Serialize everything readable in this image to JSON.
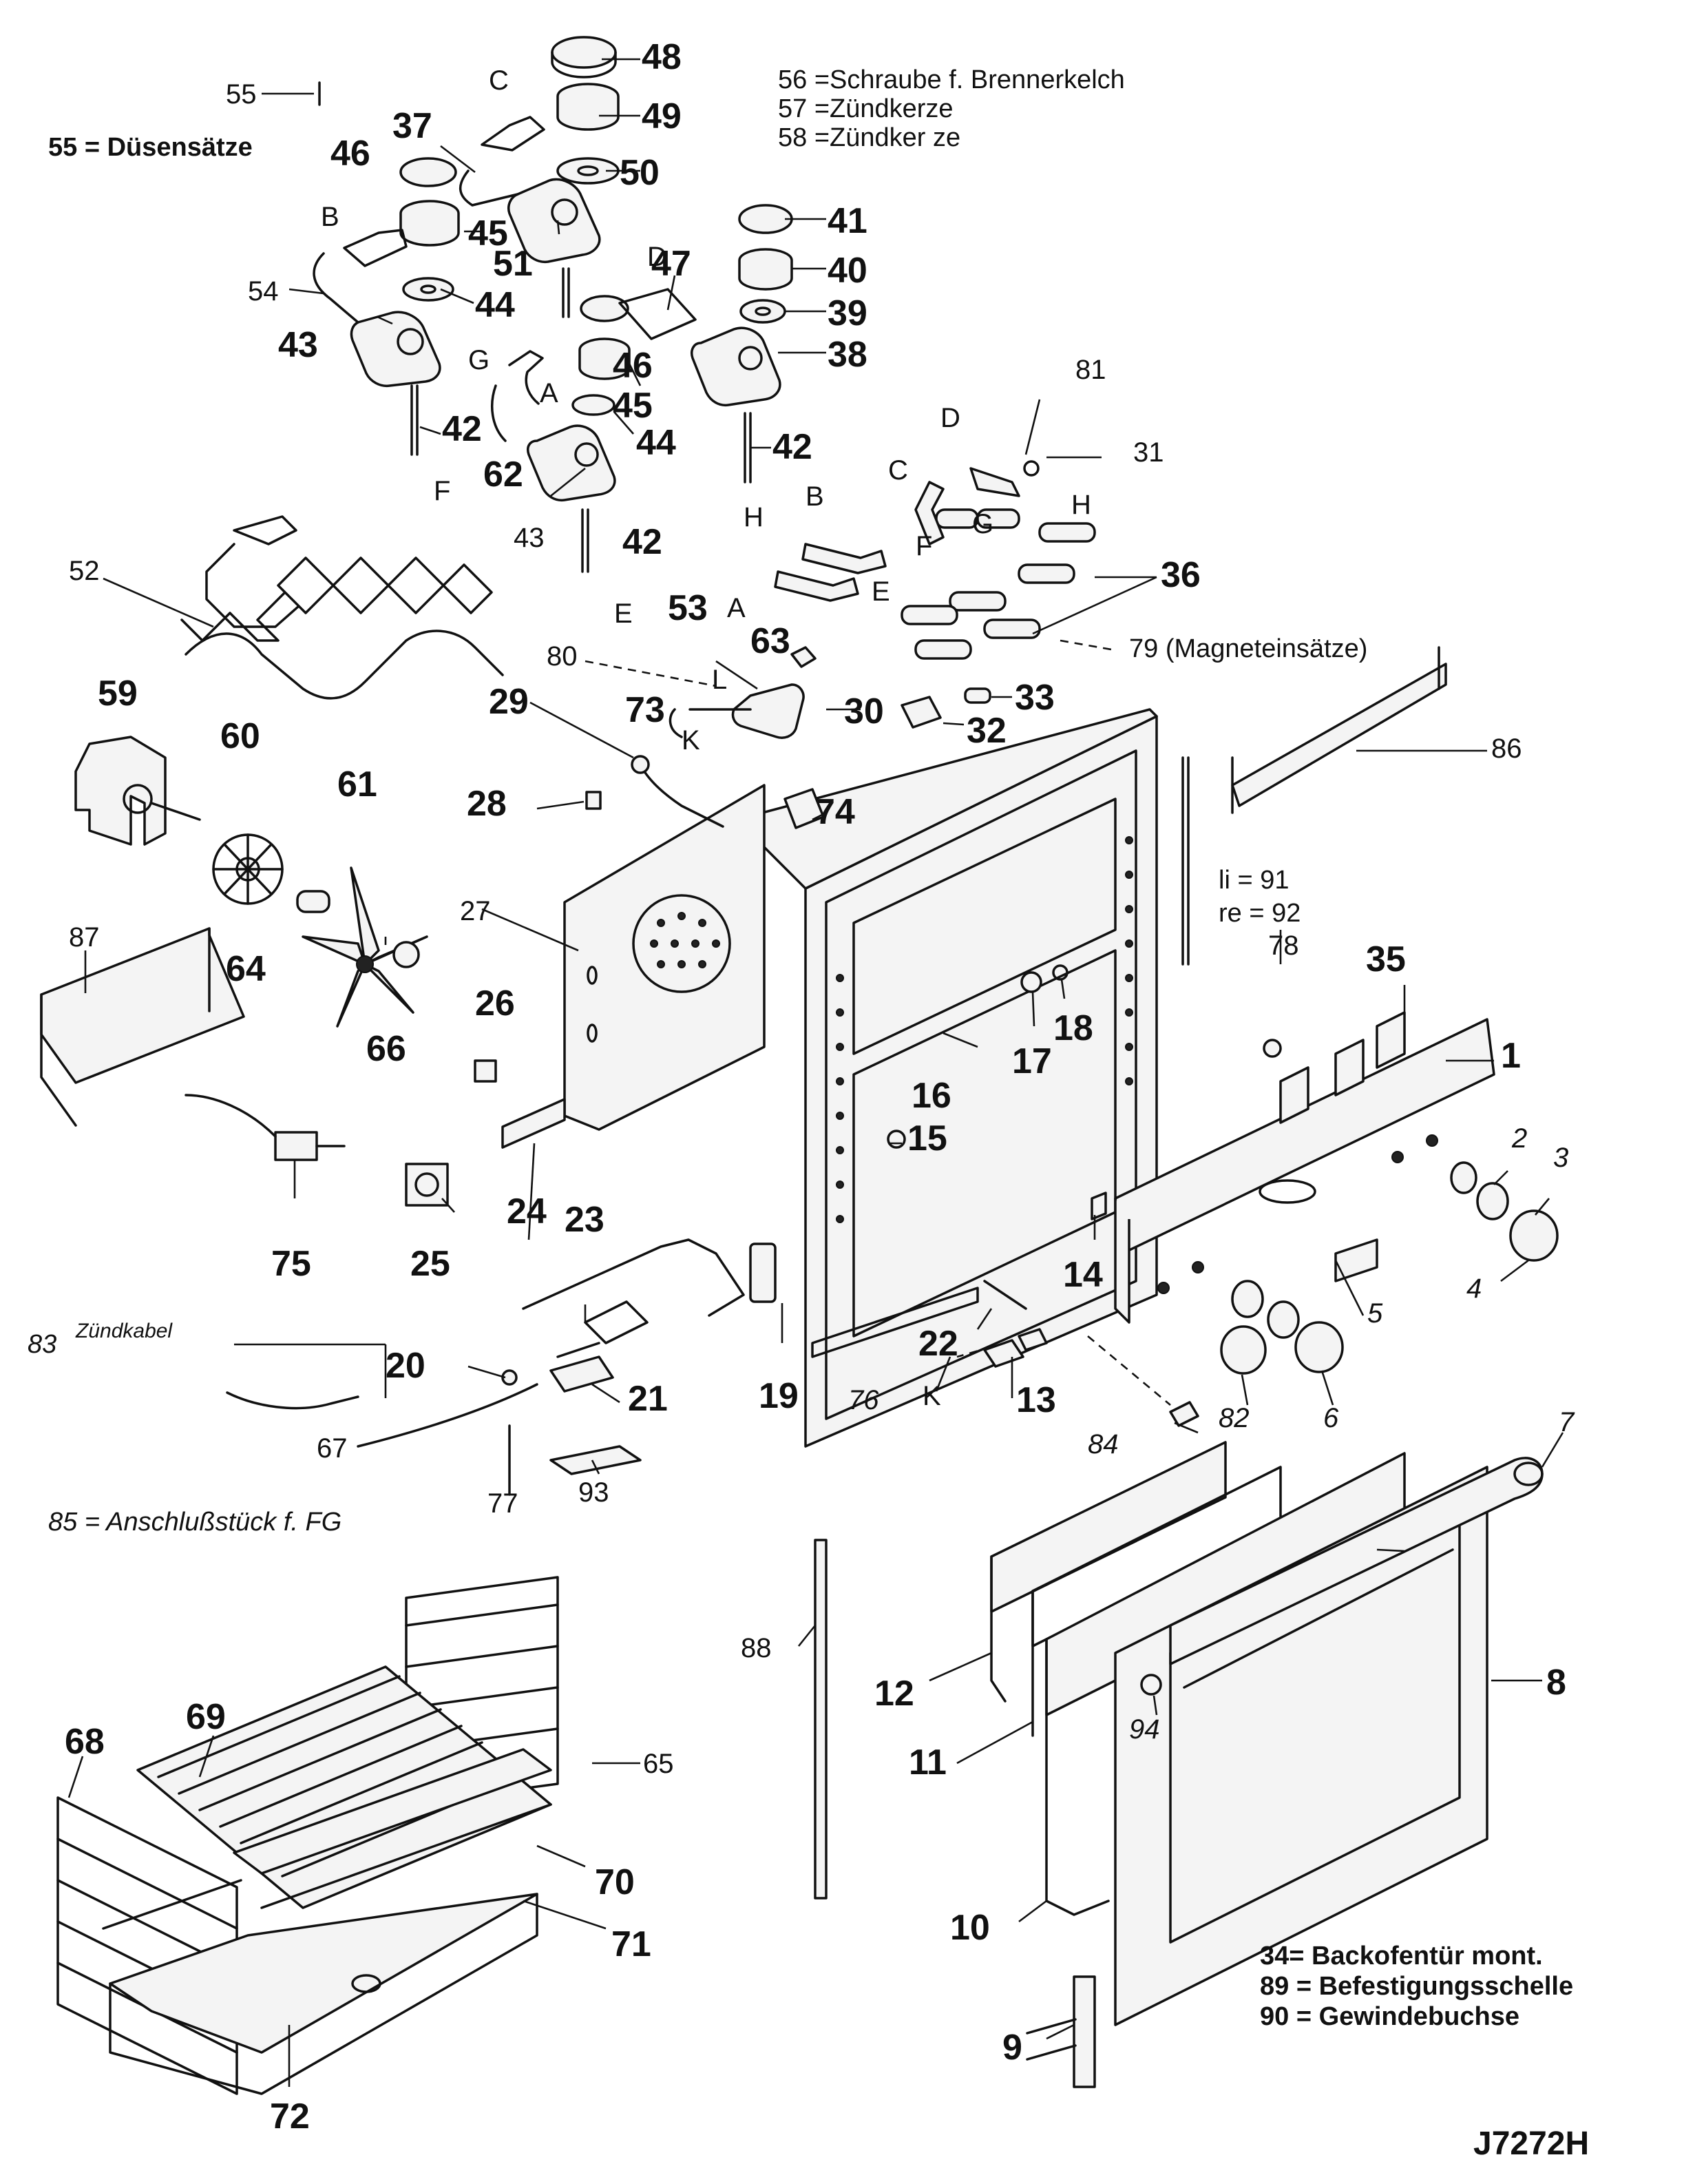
{
  "notes": {
    "n55": "55 = Düsensätze",
    "n56": "56 =Schraube f. Brennerkelch",
    "n57": "57 =Zündkerze",
    "n58": "58 =Zündker ze",
    "n85": "85 = Anschlußstück f. FG",
    "n34": "34= Backofentür mont.",
    "n89": "89 = Befestigungsschelle",
    "n90": "90 = Gewindebuchse",
    "n79": "79 (Magneteinsätze)",
    "n83_num": "83",
    "n83_text": "Zündkabel",
    "li91": "li = 91",
    "re92": "re = 92"
  },
  "drawing_code": "J7272H",
  "letters": {
    "C": "C",
    "B": "B",
    "D": "D",
    "G": "G",
    "A": "A",
    "F": "F",
    "H": "H",
    "E": "E",
    "L": "L",
    "K": "K"
  },
  "labels": {
    "l1": "1",
    "l2": "2",
    "l3": "3",
    "l4": "4",
    "l5": "5",
    "l6": "6",
    "l7": "7",
    "l8": "8",
    "l9": "9",
    "l10": "10",
    "l11": "11",
    "l12": "12",
    "l13": "13",
    "l14": "14",
    "l15": "15",
    "l16": "16",
    "l17": "17",
    "l18": "18",
    "l19": "19",
    "l20": "20",
    "l21": "21",
    "l22": "22",
    "l23": "23",
    "l24": "24",
    "l25": "25",
    "l26": "26",
    "l27": "27",
    "l28": "28",
    "l29": "29",
    "l30": "30",
    "l31": "31",
    "l32": "32",
    "l33": "33",
    "l35": "35",
    "l36": "36",
    "l37": "37",
    "l38": "38",
    "l39": "39",
    "l40": "40",
    "l41": "41",
    "l42": "42",
    "l43": "43",
    "l44": "44",
    "l45": "45",
    "l46": "46",
    "l47": "47",
    "l48": "48",
    "l49": "49",
    "l50": "50",
    "l51": "51",
    "l52": "52",
    "l53": "53",
    "l54": "54",
    "l55": "55",
    "l59": "59",
    "l60": "60",
    "l61": "61",
    "l62": "62",
    "l63": "63",
    "l64": "64",
    "l65": "65",
    "l66": "66",
    "l67": "67",
    "l68": "68",
    "l69": "69",
    "l70": "70",
    "l71": "71",
    "l72": "72",
    "l73": "73",
    "l74": "74",
    "l75": "75",
    "l76": "76",
    "l77": "77",
    "l78": "78",
    "l80": "80",
    "l81": "81",
    "l82": "82",
    "l84": "84",
    "l86": "86",
    "l87": "87",
    "l88": "88",
    "l93": "93",
    "l94": "94"
  }
}
